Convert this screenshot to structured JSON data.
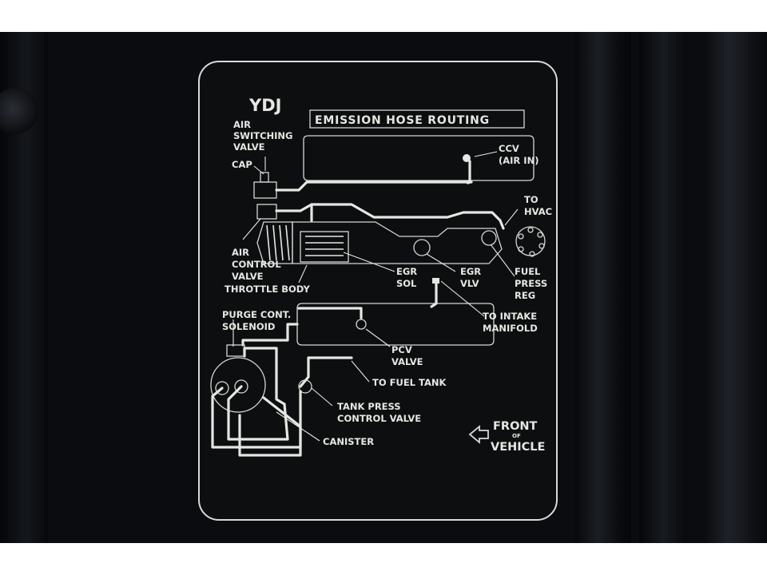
{
  "decal": {
    "code": "YDJ",
    "heading": "EMISSION HOSE ROUTING",
    "labels": {
      "air_switching_valve": [
        "AIR",
        "SWITCHING",
        "VALVE"
      ],
      "cap": "CAP",
      "air_control_valve": [
        "AIR",
        "CONTROL",
        "VALVE"
      ],
      "throttle_body": "THROTTLE BODY",
      "ccv": [
        "CCV",
        "(AIR IN)"
      ],
      "to_hvac": [
        "TO",
        "HVAC"
      ],
      "egr_sol": [
        "EGR",
        "SOL"
      ],
      "egr_vlv": [
        "EGR",
        "VLV"
      ],
      "fuel_press_reg": [
        "FUEL",
        "PRESS",
        "REG"
      ],
      "purge_cont_solenoid": [
        "PURGE CONT.",
        "SOLENOID"
      ],
      "to_intake_manifold": [
        "TO INTAKE",
        "MANIFOLD"
      ],
      "pcv_valve": [
        "PCV",
        "VALVE"
      ],
      "to_fuel_tank": "TO FUEL TANK",
      "tank_press_control_valve": [
        "TANK PRESS",
        "CONTROL VALVE"
      ],
      "canister": "CANISTER"
    },
    "front_indicator": {
      "line1": "FRONT",
      "line2": "OF",
      "line3": "VEHICLE"
    },
    "colors": {
      "ink": "#e6e6e2",
      "background": "#0d0e10",
      "surround": "#0a0c10"
    },
    "icons": {
      "front_arrow": "left-arrow-icon"
    }
  }
}
